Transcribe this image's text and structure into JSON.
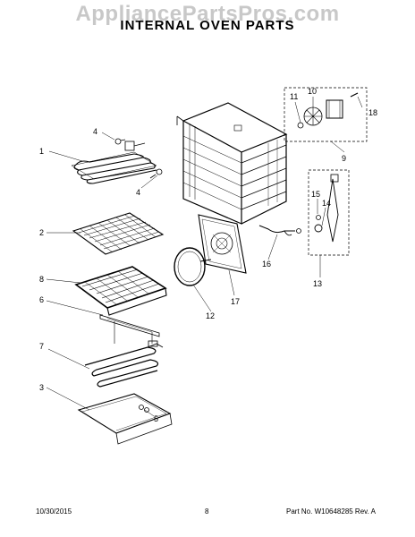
{
  "watermark": "AppliancePartsPros.com",
  "title": "INTERNAL OVEN PARTS",
  "callouts": {
    "p1": "1",
    "p2": "2",
    "p3": "3",
    "p4a": "4",
    "p4b": "4",
    "p5": "5",
    "p6": "6",
    "p7": "7",
    "p8": "8",
    "p9": "9",
    "p10": "10",
    "p11": "11",
    "p12": "12",
    "p13": "13",
    "p14": "14",
    "p15": "15",
    "p16": "16",
    "p17": "17",
    "p18": "18"
  },
  "footer": {
    "date": "10/30/2015",
    "page": "8",
    "part_no": "Part No. W10648285  Rev. A"
  }
}
